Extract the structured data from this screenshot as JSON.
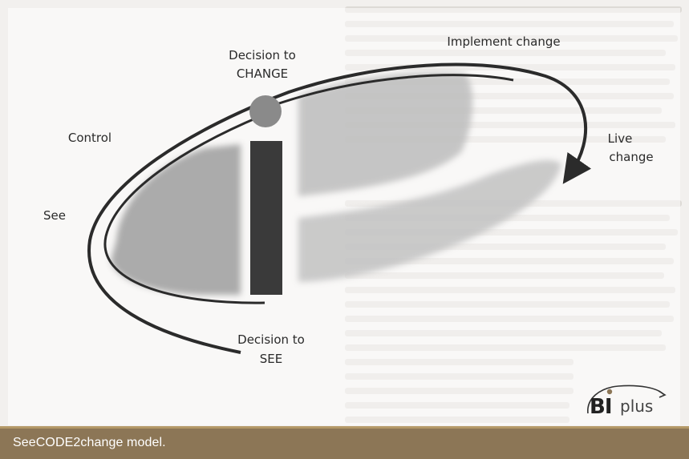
{
  "diagram": {
    "decision_change": {
      "line1": "Decision to",
      "line2": "CHANGE"
    },
    "implement_change": "Implement change",
    "control": "Control",
    "live_change": {
      "line1": "Live",
      "line2": "change"
    },
    "see": "See",
    "decision_see": {
      "line1": "Decision to",
      "line2": "SEE"
    }
  },
  "logo": {
    "text_bold": "BI",
    "text_light": "plus"
  },
  "caption": "SeeCODE2change model.",
  "colors": {
    "caption_bg": "#8c7656",
    "shape_gray": "#9a9a9a",
    "bar_dark": "#3a3a3a",
    "circle_gray": "#8a8a8a",
    "ellipse_stroke": "#2b2b2b"
  }
}
